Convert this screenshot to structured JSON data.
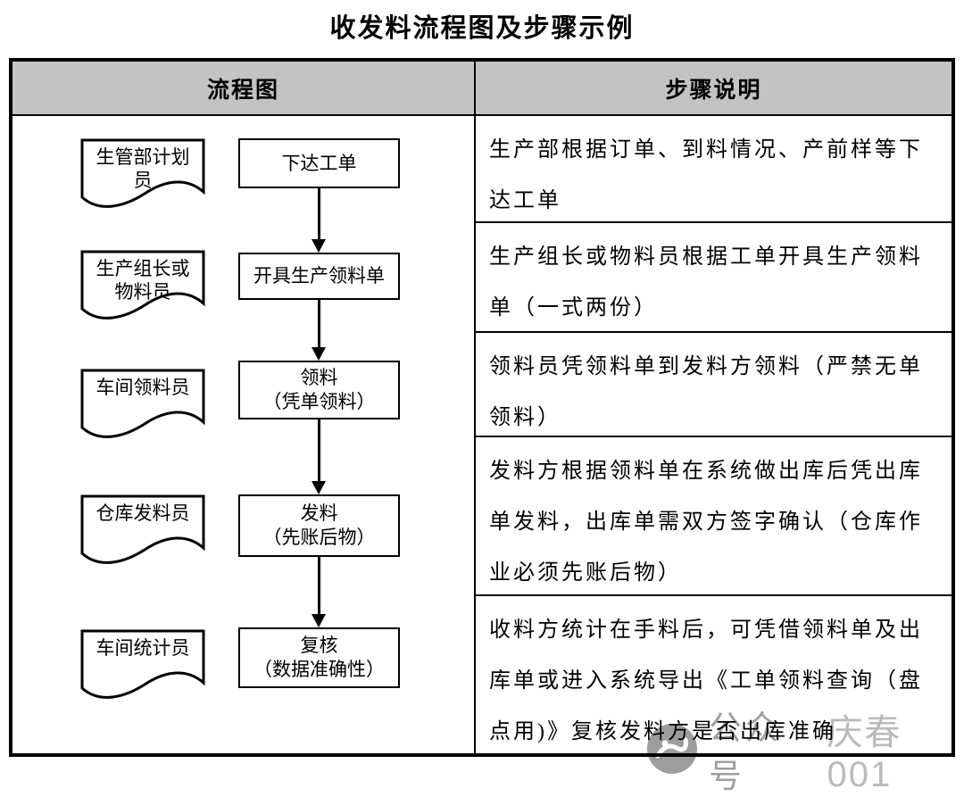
{
  "title": "收发料流程图及步骤示例",
  "table": {
    "headers": {
      "flowchart": "流程图",
      "steps": "步骤说明"
    }
  },
  "flowchart": {
    "rows": [
      {
        "role": "生管部计划员",
        "box_line1": "下达工单",
        "box_line2": ""
      },
      {
        "role": "生产组长或物料员",
        "box_line1": "开具生产领料单",
        "box_line2": ""
      },
      {
        "role": "车间领料员",
        "box_line1": "领料",
        "box_line2": "（凭单领料）"
      },
      {
        "role": "仓库发料员",
        "box_line1": "发料",
        "box_line2": "（先账后物）"
      },
      {
        "role": "车间统计员",
        "box_line1": "复核",
        "box_line2": "（数据准确性）"
      }
    ]
  },
  "steps": [
    "生产部根据订单、到料情况、产前样等下\n达工单",
    "生产组长或物料员根据工单开具生产领料\n单（一式两份）",
    "领料员凭领料单到发料方领料（严禁无单\n领料）",
    "发料方根据领料单在系统做出库后凭出库\n单发料，出库单需双方签字确认（仓库作\n业必须先账后物）",
    "收料方统计在手料后，可凭借领料单及出\n库单或进入系统导出《工单领料查询（盘\n点用)》复核发料方是否出库准确"
  ],
  "watermark": {
    "icon": "chat-bubble-logo-icon",
    "text_primary": "公众号",
    "text_secondary": "庆春001"
  },
  "colors": {
    "header_bg": "#c3c3c3",
    "border": "#000000",
    "watermark_gray": "#9f9f9f",
    "watermark_light_gray": "#bababa"
  }
}
